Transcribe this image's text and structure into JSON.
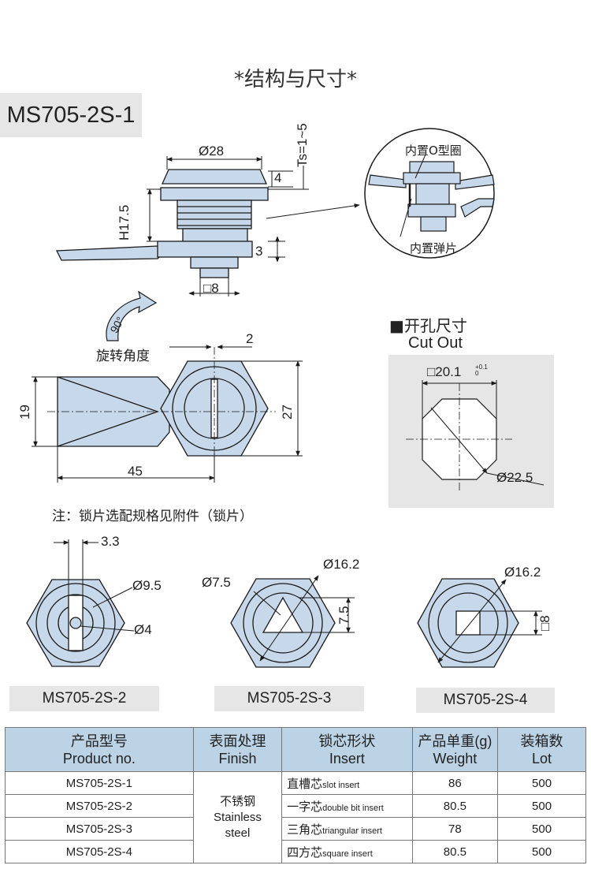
{
  "page": {
    "title": "*结构与尺寸*",
    "model_tag": "MS705-2S-1",
    "note": "注：锁片选配规格见附件（锁片）"
  },
  "colors": {
    "part_fill": "#c7d8ea",
    "part_stroke": "#1a1a1a",
    "panel_gray": "#e6e6e6",
    "table_header": "#bcd3e6"
  },
  "side_view": {
    "dia_top": "Ø28",
    "height": "H17.5",
    "ts": "Ts=1~5",
    "dim_4": "4",
    "dim_3": "3",
    "square_8": "□8"
  },
  "detail_view": {
    "o_ring": "内置O型圈",
    "spring": "内置弹片"
  },
  "rotation": {
    "angle": "90°",
    "label": "旋转角度"
  },
  "top_view": {
    "dim_2": "2",
    "dim_19": "19",
    "dim_27": "27",
    "dim_45": "45"
  },
  "cutout": {
    "title_cn": "■开孔尺寸",
    "title_en": "Cut Out",
    "square": "□20.1",
    "tol_plus": "+0.1",
    "tol_zero": "0",
    "dia": "Ø22.5"
  },
  "variants": [
    {
      "label": "MS705-2S-2",
      "dims": [
        "3.3",
        "Ø9.5",
        "Ø4"
      ]
    },
    {
      "label": "MS705-2S-3",
      "dims": [
        "Ø7.5",
        "Ø16.2",
        "7.5"
      ]
    },
    {
      "label": "MS705-2S-4",
      "dims": [
        "Ø16.2",
        "□8"
      ]
    }
  ],
  "table": {
    "headers": [
      {
        "cn": "产品型号",
        "en": "Product no."
      },
      {
        "cn": "表面处理",
        "en": "Finish"
      },
      {
        "cn": "锁芯形状",
        "en": "Insert"
      },
      {
        "cn": "产品单重(g)",
        "en": "Weight"
      },
      {
        "cn": "装箱数",
        "en": "Lot"
      }
    ],
    "finish": {
      "cn": "不锈钢",
      "en1": "Stainless",
      "en2": "steel"
    },
    "rows": [
      {
        "product": "MS705-2S-1",
        "insert_cn": "直槽芯",
        "insert_en": "slot insert",
        "weight": "86",
        "lot": "500"
      },
      {
        "product": "MS705-2S-2",
        "insert_cn": "一字芯",
        "insert_en": "double bit insert",
        "weight": "80.5",
        "lot": "500"
      },
      {
        "product": "MS705-2S-3",
        "insert_cn": "三角芯",
        "insert_en": "triangular insert",
        "weight": "78",
        "lot": "500"
      },
      {
        "product": "MS705-2S-4",
        "insert_cn": "四方芯",
        "insert_en": "square insert",
        "weight": "80.5",
        "lot": "500"
      }
    ]
  }
}
